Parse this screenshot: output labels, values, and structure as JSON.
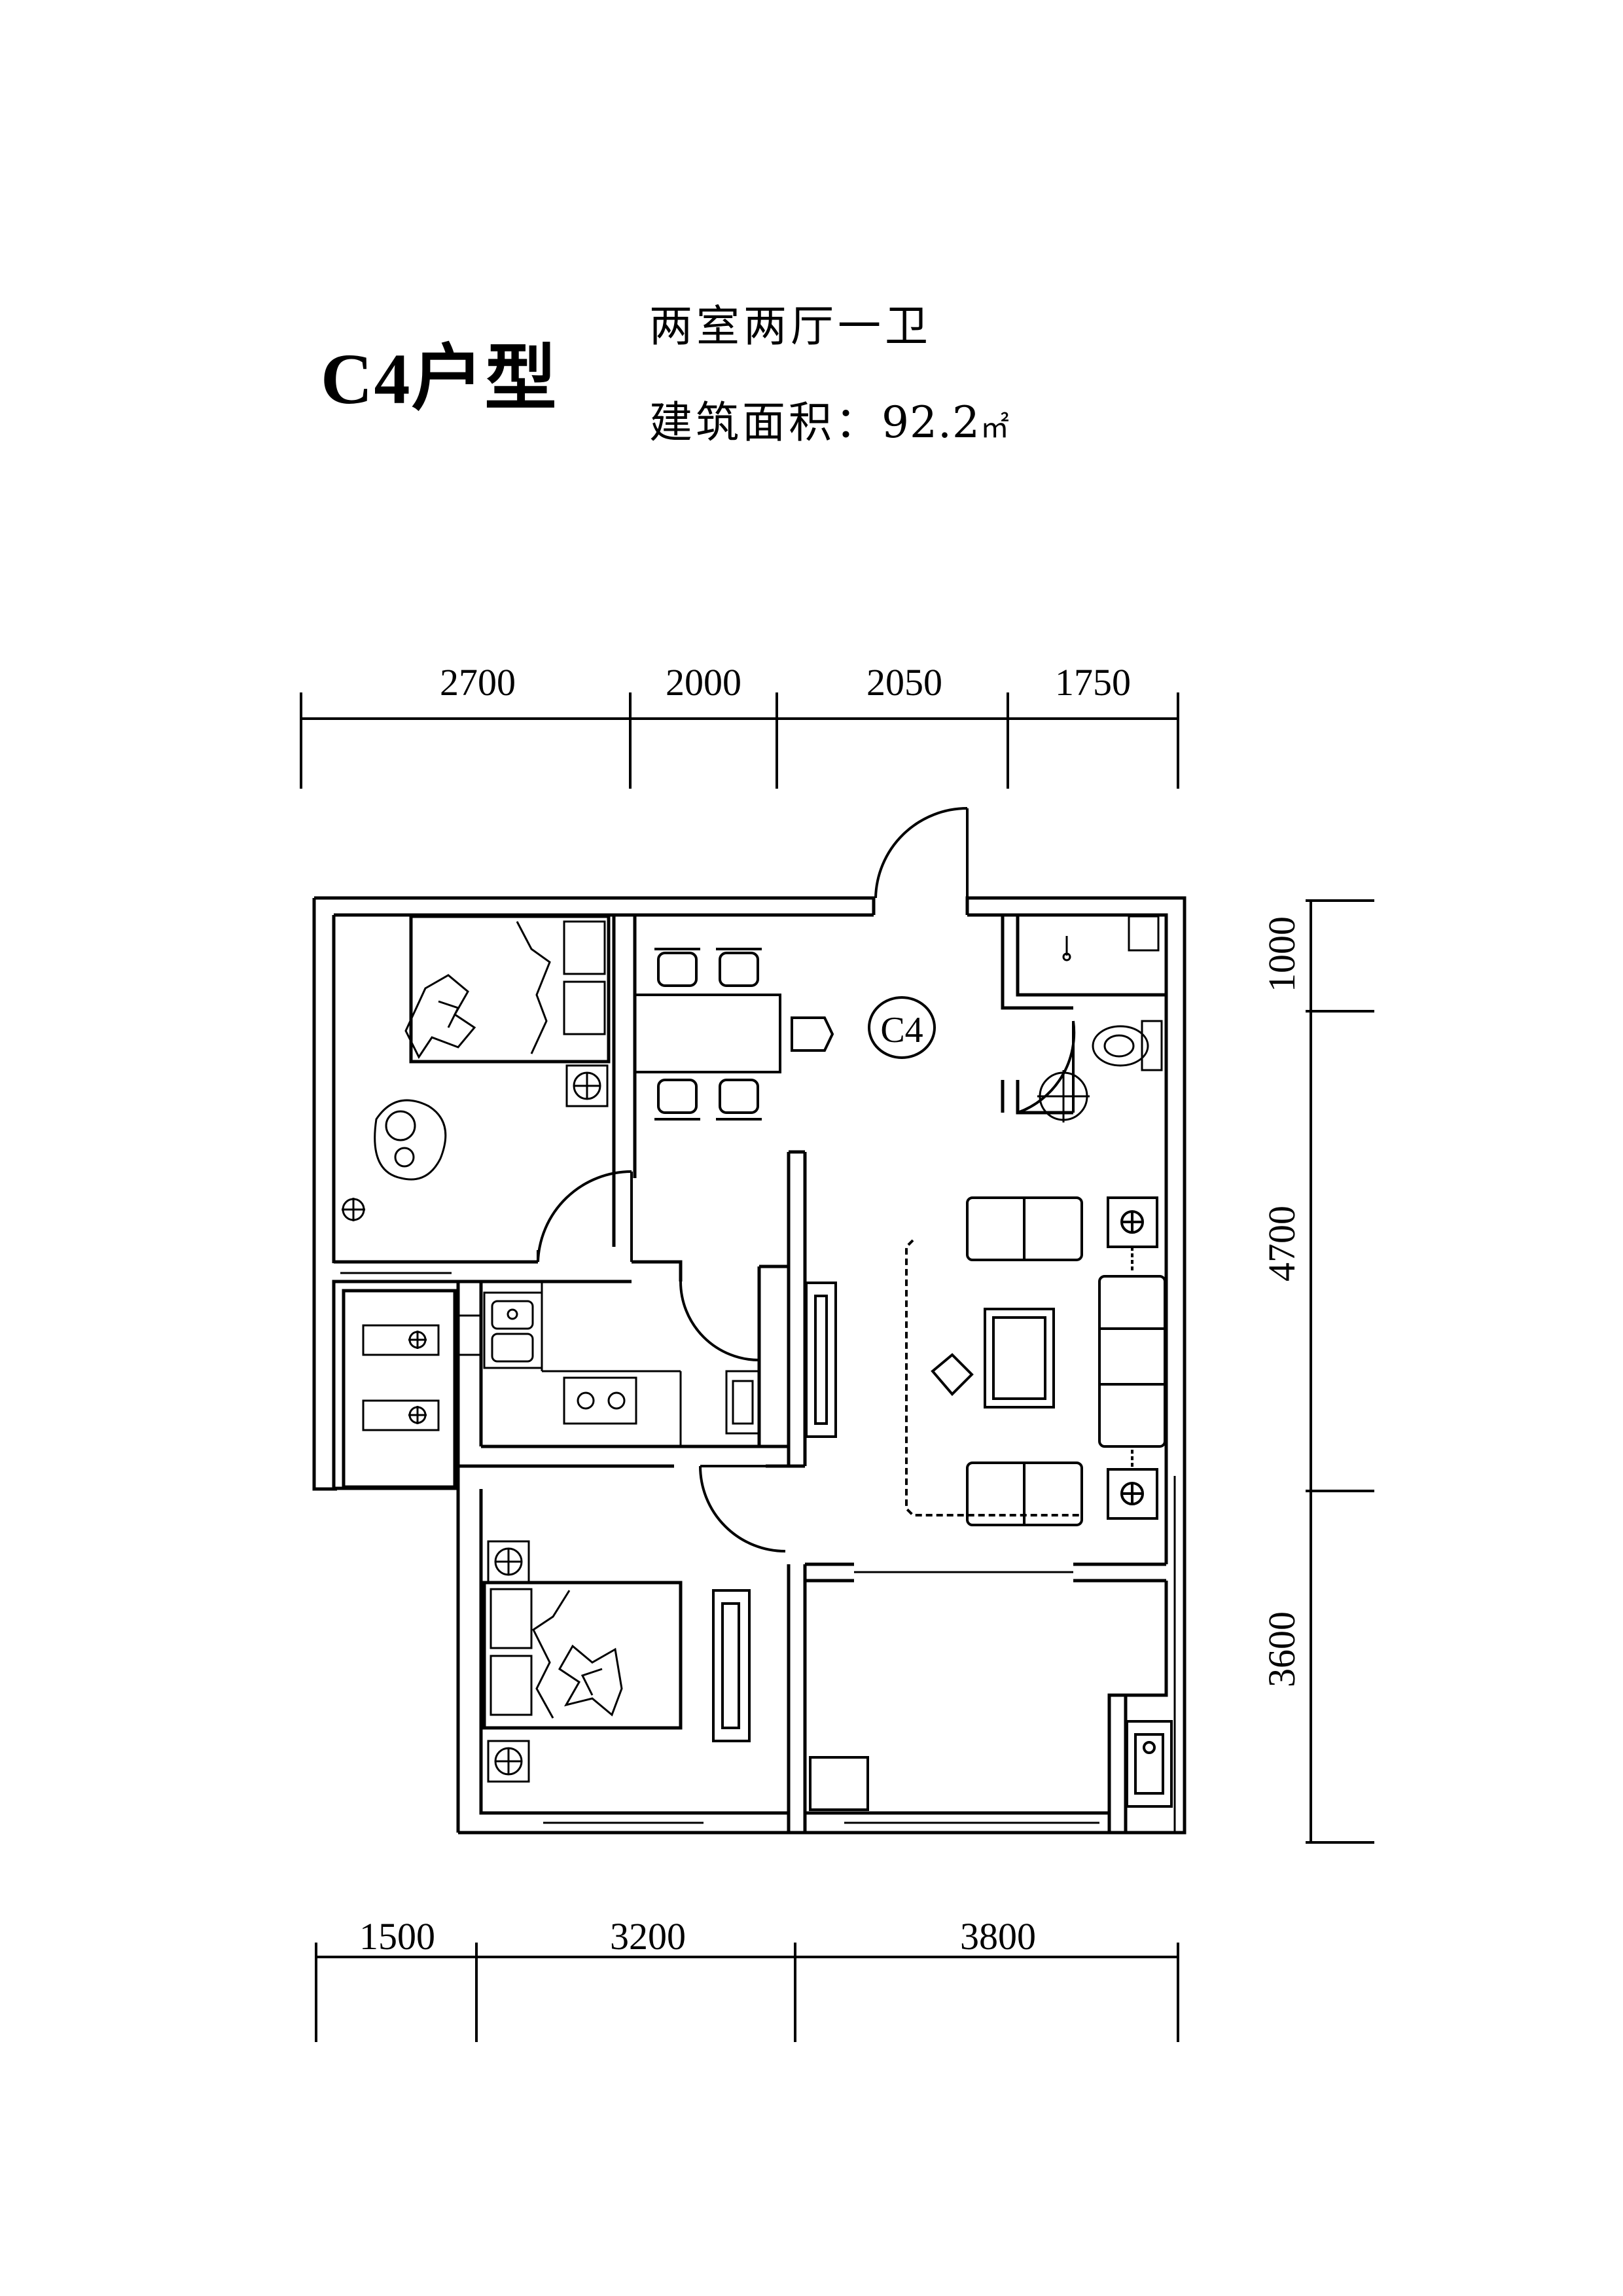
{
  "header": {
    "title": "C4户型",
    "subtitle": "两室两厅一卫",
    "area_label": "建筑面积：",
    "area_value": "92.2",
    "area_unit": "㎡"
  },
  "plan": {
    "room_tag": "C4",
    "dims_top": [
      "2700",
      "2000",
      "2050",
      "1750"
    ],
    "dims_bottom": [
      "1500",
      "3200",
      "3800"
    ],
    "dims_right": [
      "1000",
      "4700",
      "3600"
    ]
  }
}
